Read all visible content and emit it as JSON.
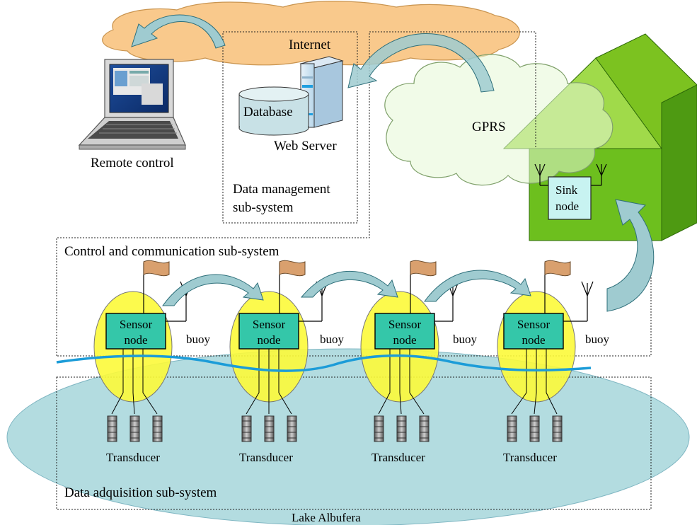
{
  "labels": {
    "internet": "Internet",
    "database": "Database",
    "web_server": "Web Server",
    "remote_control": "Remote control",
    "data_management_1": "Data management",
    "data_management_2": "sub-system",
    "gprs": "GPRS",
    "sink_node_1": "Sink",
    "sink_node_2": "node",
    "control_comm": "Control and communication sub-system",
    "data_acq": "Data adquisition sub-system",
    "lake": "Lake Albufera"
  },
  "nodes": [
    {
      "sensor_1": "Sensor",
      "sensor_2": "node",
      "buoy": "buoy",
      "transducer": "Transducer"
    },
    {
      "sensor_1": "Sensor",
      "sensor_2": "node",
      "buoy": "buoy",
      "transducer": "Transducer"
    },
    {
      "sensor_1": "Sensor",
      "sensor_2": "node",
      "buoy": "buoy",
      "transducer": "Transducer"
    },
    {
      "sensor_1": "Sensor",
      "sensor_2": "node",
      "buoy": "buoy",
      "transducer": "Transducer"
    }
  ],
  "colors": {
    "internet_cloud": "#f9c98c",
    "gprs_cloud": "#e6f7d6",
    "house_front": "#6dbf1e",
    "house_side": "#4e9a12",
    "house_roof": "#8fd42a",
    "lake": "#b3dce0",
    "buoy": "#fcf93a",
    "sensor_box": "#34c7a9",
    "sink_box": "#c8f3f1",
    "flag": "#d9a06e",
    "wave": "#1c9cd8",
    "arrow": "#9fcbd0"
  }
}
